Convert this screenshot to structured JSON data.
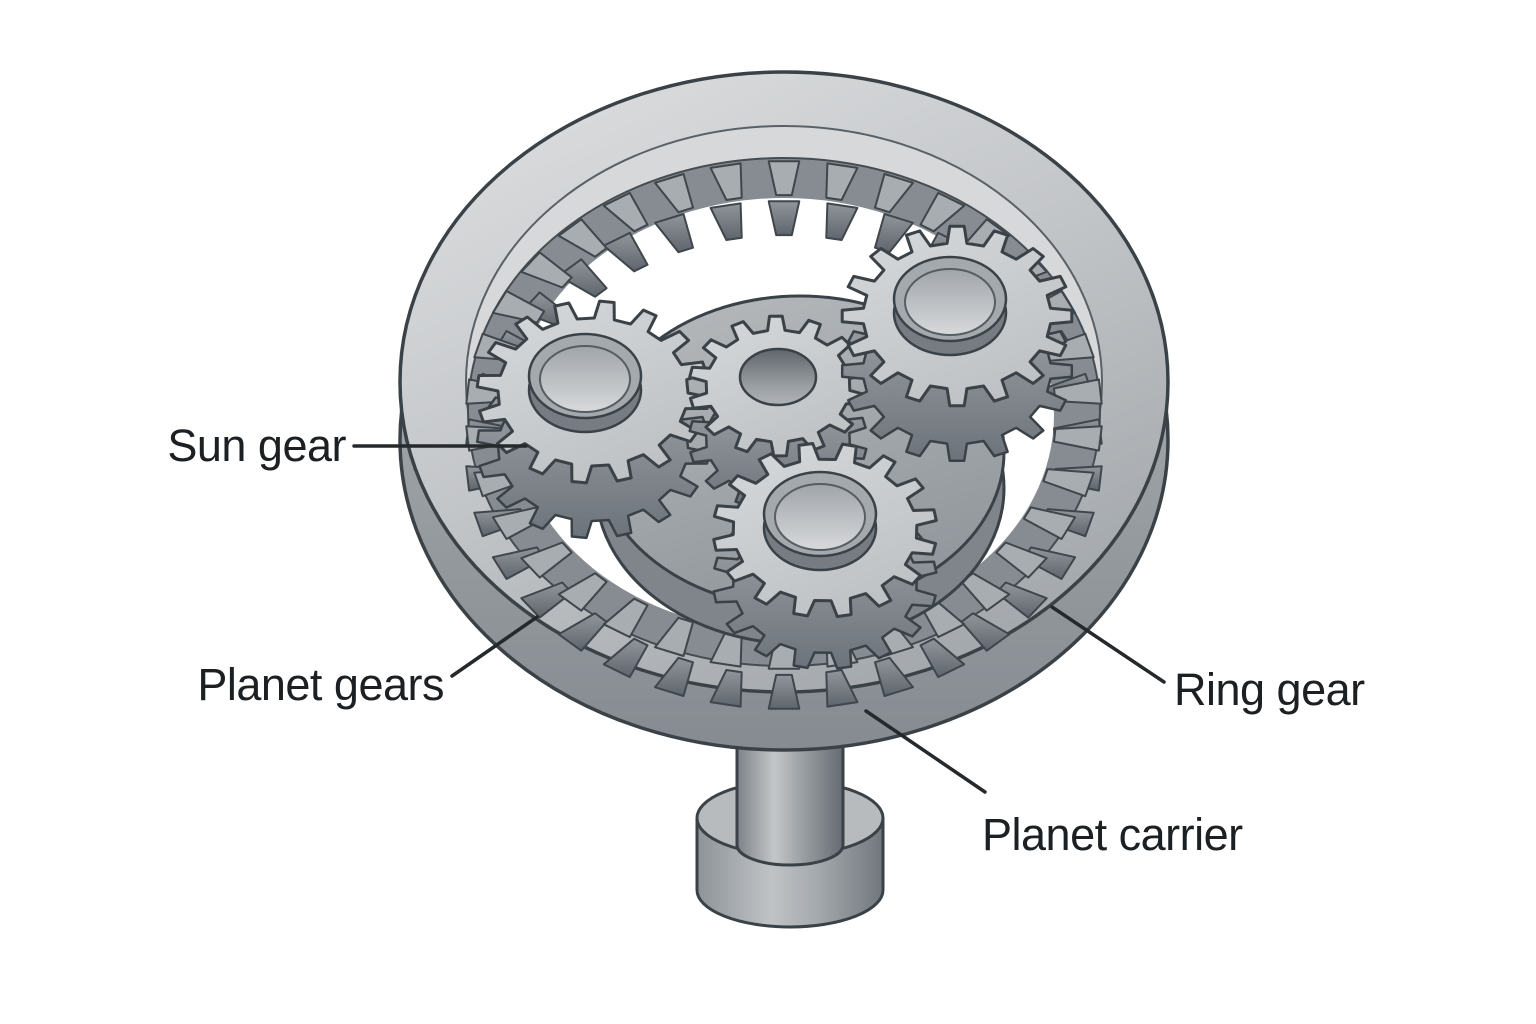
{
  "labels": {
    "sun_gear": "Sun gear",
    "planet_gears": "Planet gears",
    "ring_gear": "Ring gear",
    "planet_carrier": "Planet carrier"
  },
  "colors": {
    "background": "#ffffff",
    "outline": "#3b4247",
    "leader_line": "#26292c",
    "label_text": "#1d2023",
    "metal_light": "#d3d6d8",
    "metal_mid": "#9aa0a5",
    "metal_dark": "#6d737a",
    "ring_tooth_top": "#a8adb1",
    "ring_wall": "#868c91"
  }
}
